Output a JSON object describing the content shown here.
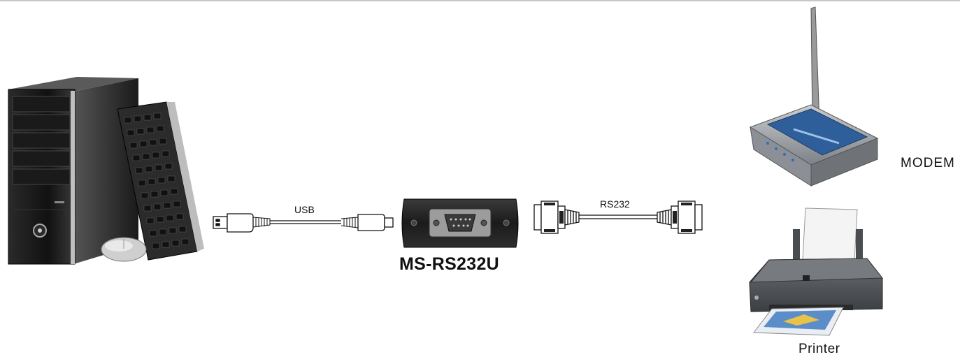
{
  "labels": {
    "usb": "USB",
    "rs232": "RS232",
    "product": "MS-RS232U",
    "modem": "MODEM",
    "printer": "Printer"
  },
  "icons": {
    "computer": "desktop-computer-icon",
    "keyboard": "keyboard-icon",
    "mouse": "mouse-icon",
    "usb_cable": "usb-cable-icon",
    "adapter": "usb-to-rs232-adapter-icon",
    "serial_cable": "rs232-serial-cable-icon",
    "modem": "wireless-modem-icon",
    "printer": "inkjet-printer-icon"
  },
  "colors": {
    "background": "#ffffff",
    "text": "#111111",
    "device_dark": "#1c1c1c",
    "device_grey": "#8a8a8a",
    "modem_band": "#2f5f9a"
  }
}
